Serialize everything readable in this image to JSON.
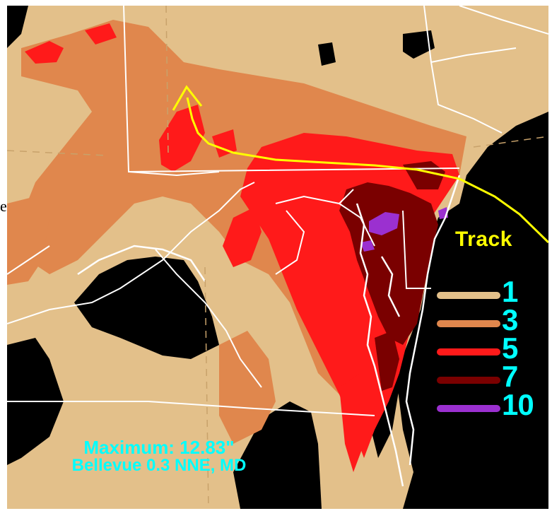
{
  "map": {
    "track_label": "Track",
    "legend": [
      {
        "value": "1",
        "color": "#e3c08a"
      },
      {
        "value": "3",
        "color": "#e0874d"
      },
      {
        "value": "5",
        "color": "#ff1a1a"
      },
      {
        "value": "7",
        "color": "#7a0000"
      },
      {
        "value": "10",
        "color": "#9b30d0"
      }
    ],
    "maximum": {
      "line1": "Maximum:  12.83\"",
      "line2": "Bellevue 0.3 NNE, MD"
    },
    "colors": {
      "land_light": "#e3c08a",
      "land_orange": "#e0874d",
      "rain_red": "#ff1a1a",
      "rain_dark": "#7a0000",
      "rain_purple": "#9b30d0",
      "water": "#000000",
      "borders": "#ffffff",
      "track": "#ffff00",
      "text_cyan": "#00ffff"
    },
    "page_margin_text": "e"
  }
}
